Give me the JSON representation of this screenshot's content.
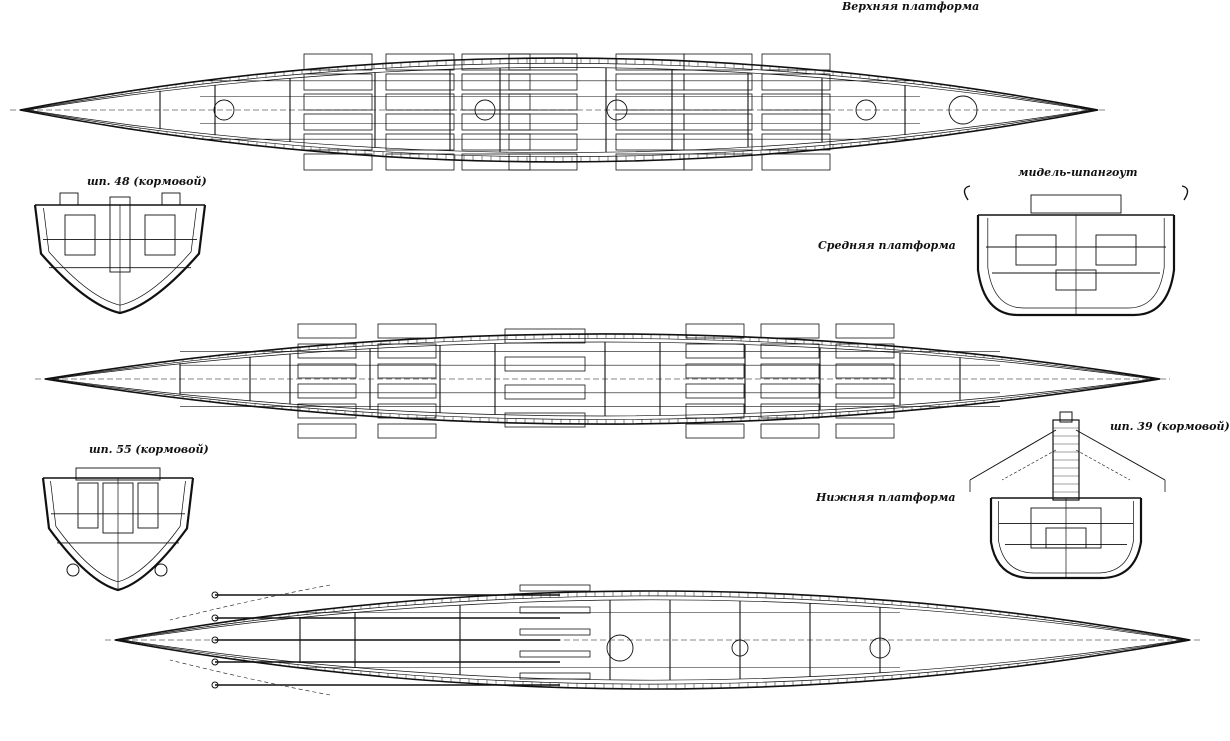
{
  "labels": {
    "upper_platform": "Верхняя платформа",
    "middle_platform": "Средняя платформа",
    "lower_platform": "Нижняя платформа",
    "frame_48": "шп. 48 (кормовой)",
    "midship_frame": "мидель-шпангоут",
    "frame_55": "шп. 55 (кормовой)",
    "frame_39": "шп. 39 (кормовой)"
  },
  "colors": {
    "ink": "#111111",
    "paper": "#ffffff"
  }
}
